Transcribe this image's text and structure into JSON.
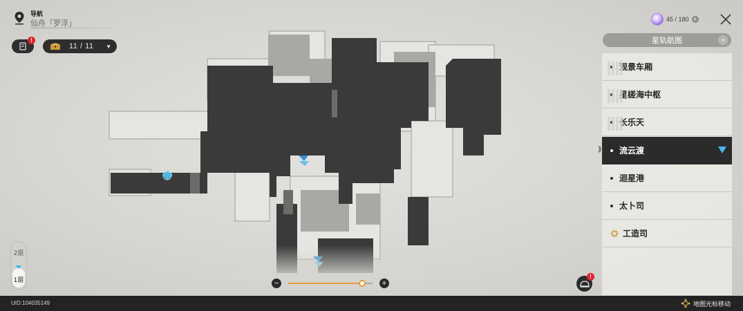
{
  "nav": {
    "title": "导航",
    "subtitle": "仙舟「罗浮」"
  },
  "book_button": {
    "badge": "!"
  },
  "chest_counter": {
    "value": "11 / 11"
  },
  "floors": {
    "upper": "2层",
    "current": "1层"
  },
  "zoom": {
    "minus": "−",
    "plus": "+",
    "level": 0.88
  },
  "stamina": {
    "value": "45 / 180",
    "plus": "+"
  },
  "star_map_button": {
    "label": "星轨航图",
    "arrow": ">"
  },
  "areas": [
    {
      "label": "观景车厢",
      "icon": "dot",
      "active": false
    },
    {
      "label": "星槎海中枢",
      "icon": "dot",
      "active": false
    },
    {
      "label": "长乐天",
      "icon": "dot",
      "active": false
    },
    {
      "label": "流云渡",
      "icon": "dot",
      "active": true
    },
    {
      "label": "迴星港",
      "icon": "dot",
      "active": false
    },
    {
      "label": "太卜司",
      "icon": "dot",
      "active": false
    },
    {
      "label": "工造司",
      "icon": "gear-icon",
      "active": false
    }
  ],
  "side_indicator": "⟫",
  "helmet_button": {
    "badge": "!"
  },
  "bottom_bar": {
    "uid": "UID:104035149",
    "hint": "地图光标移动"
  },
  "colors": {
    "accent_orange": "#e79a3e",
    "accent_blue": "#4ab6e6",
    "badge_red": "#d9262c",
    "dark_ui": "#2b2b2b"
  }
}
